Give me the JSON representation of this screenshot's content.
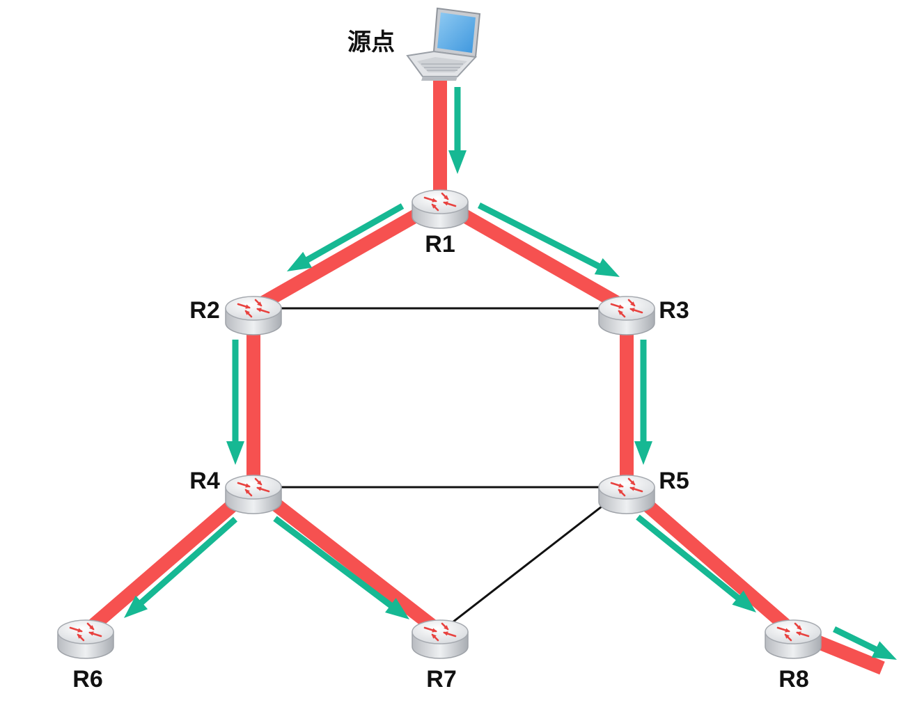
{
  "source": {
    "label": "源点",
    "icon": "laptop-icon"
  },
  "routers": [
    {
      "id": "R1",
      "label": "R1",
      "icon": "router-icon"
    },
    {
      "id": "R2",
      "label": "R2",
      "icon": "router-icon"
    },
    {
      "id": "R3",
      "label": "R3",
      "icon": "router-icon"
    },
    {
      "id": "R4",
      "label": "R4",
      "icon": "router-icon"
    },
    {
      "id": "R5",
      "label": "R5",
      "icon": "router-icon"
    },
    {
      "id": "R6",
      "label": "R6",
      "icon": "router-icon"
    },
    {
      "id": "R7",
      "label": "R7",
      "icon": "router-icon"
    },
    {
      "id": "R8",
      "label": "R8",
      "icon": "router-icon"
    }
  ],
  "links": [
    {
      "from": "R2",
      "to": "R3",
      "type": "plain"
    },
    {
      "from": "R4",
      "to": "R5",
      "type": "plain"
    },
    {
      "from": "R5",
      "to": "R7",
      "type": "plain"
    }
  ],
  "tree_links": [
    {
      "from": "源点",
      "to": "R1"
    },
    {
      "from": "R1",
      "to": "R2"
    },
    {
      "from": "R1",
      "to": "R3"
    },
    {
      "from": "R2",
      "to": "R4"
    },
    {
      "from": "R3",
      "to": "R5"
    },
    {
      "from": "R4",
      "to": "R6"
    },
    {
      "from": "R4",
      "to": "R7"
    },
    {
      "from": "R5",
      "to": "R8"
    },
    {
      "from": "R8",
      "to": "outside"
    }
  ],
  "colors": {
    "tree_link": "#f65150",
    "flow_arrow": "#16b893",
    "plain_link": "#111111",
    "router_body": "#e4e6e9",
    "router_arrows": "#e8423f"
  }
}
